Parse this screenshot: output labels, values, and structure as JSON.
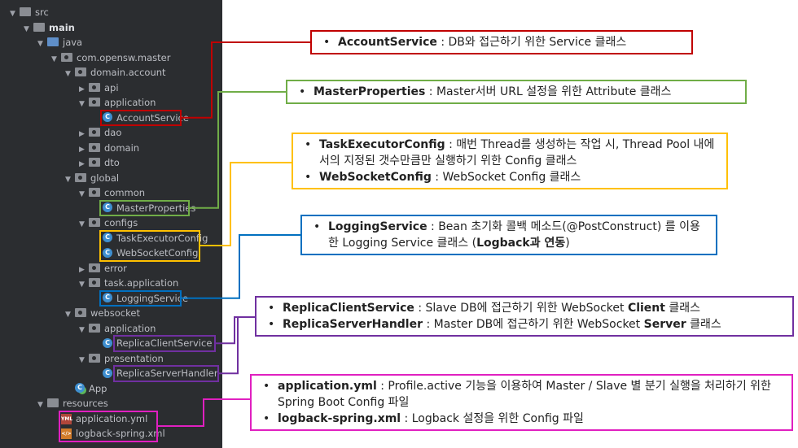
{
  "tree": {
    "nodes": [
      {
        "label": "src",
        "kind": "folder",
        "level": 0,
        "expanded": true
      },
      {
        "label": "main",
        "kind": "folder",
        "level": 1,
        "expanded": true,
        "bold": true
      },
      {
        "label": "java",
        "kind": "folder-blue",
        "level": 2,
        "expanded": true
      },
      {
        "label": "com.opensw.master",
        "kind": "pkg",
        "level": 3,
        "expanded": true
      },
      {
        "label": "domain.account",
        "kind": "pkg",
        "level": 4,
        "expanded": true
      },
      {
        "label": "api",
        "kind": "pkg",
        "level": 5,
        "expanded": false
      },
      {
        "label": "application",
        "kind": "pkg",
        "level": 5,
        "expanded": true
      },
      {
        "label": "AccountService",
        "kind": "class",
        "level": 6
      },
      {
        "label": "dao",
        "kind": "pkg",
        "level": 5,
        "expanded": false
      },
      {
        "label": "domain",
        "kind": "pkg",
        "level": 5,
        "expanded": false
      },
      {
        "label": "dto",
        "kind": "pkg",
        "level": 5,
        "expanded": false
      },
      {
        "label": "global",
        "kind": "pkg",
        "level": 4,
        "expanded": true
      },
      {
        "label": "common",
        "kind": "pkg",
        "level": 5,
        "expanded": true
      },
      {
        "label": "MasterProperties",
        "kind": "class",
        "level": 6
      },
      {
        "label": "configs",
        "kind": "pkg",
        "level": 5,
        "expanded": true
      },
      {
        "label": "TaskExecutorConfig",
        "kind": "class",
        "level": 6
      },
      {
        "label": "WebSocketConfig",
        "kind": "class",
        "level": 6
      },
      {
        "label": "error",
        "kind": "pkg",
        "level": 5,
        "expanded": false
      },
      {
        "label": "task.application",
        "kind": "pkg",
        "level": 5,
        "expanded": true
      },
      {
        "label": "LoggingService",
        "kind": "class",
        "level": 6
      },
      {
        "label": "websocket",
        "kind": "pkg",
        "level": 4,
        "expanded": true
      },
      {
        "label": "application",
        "kind": "pkg",
        "level": 5,
        "expanded": true
      },
      {
        "label": "ReplicaClientService",
        "kind": "class",
        "level": 6
      },
      {
        "label": "presentation",
        "kind": "pkg",
        "level": 5,
        "expanded": true
      },
      {
        "label": "ReplicaServerHandler",
        "kind": "class",
        "level": 6
      },
      {
        "label": "App",
        "kind": "app",
        "level": 4
      },
      {
        "label": "resources",
        "kind": "folder",
        "level": 2,
        "expanded": true
      },
      {
        "label": "application.yml",
        "kind": "yml",
        "level": 3
      },
      {
        "label": "logback-spring.xml",
        "kind": "xml",
        "level": 3
      }
    ]
  },
  "colors": {
    "red": "#c00000",
    "green": "#70ad47",
    "yellow": "#ffc000",
    "blue": "#0070c0",
    "purple": "#7030a0",
    "magenta": "#e020c0"
  },
  "annotations": [
    {
      "id": "account",
      "color": "red",
      "items": [
        [
          {
            "t": "AccountService",
            "b": true
          },
          {
            "t": " : DB와 접근하기 위한 Service 클래스"
          }
        ]
      ]
    },
    {
      "id": "master",
      "color": "green",
      "items": [
        [
          {
            "t": "MasterProperties",
            "b": true
          },
          {
            "t": " : Master서버 URL 설정을 위한 Attribute 클래스"
          }
        ]
      ]
    },
    {
      "id": "config",
      "color": "yellow",
      "items": [
        [
          {
            "t": "TaskExecutorConfig",
            "b": true
          },
          {
            "t": " : 매번 Thread를 생성하는 작업 시, Thread Pool 내에서의 지정된 갯수만큼만 실행하기 위한 Config 클래스"
          }
        ],
        [
          {
            "t": "WebSocketConfig",
            "b": true
          },
          {
            "t": " : WebSocket Config 클래스"
          }
        ]
      ]
    },
    {
      "id": "logging",
      "color": "blue",
      "items": [
        [
          {
            "t": "LoggingService",
            "b": true
          },
          {
            "t": " : Bean 초기화 콜백 메소드(@PostConstruct) 를 이용한 Logging Service 클래스 ("
          },
          {
            "t": "Logback과 연동",
            "b": true
          },
          {
            "t": ")"
          }
        ]
      ]
    },
    {
      "id": "replica",
      "color": "purple",
      "items": [
        [
          {
            "t": "ReplicaClientService",
            "b": true
          },
          {
            "t": " : Slave DB에 접근하기 위한 WebSocket "
          },
          {
            "t": "Client",
            "b": true
          },
          {
            "t": " 클래스"
          }
        ],
        [
          {
            "t": "ReplicaServerHandler",
            "b": true
          },
          {
            "t": " : Master DB에 접근하기 위한 WebSocket "
          },
          {
            "t": "Server",
            "b": true
          },
          {
            "t": " 클래스"
          }
        ]
      ]
    },
    {
      "id": "resources",
      "color": "magenta",
      "items": [
        [
          {
            "t": "application.yml",
            "b": true
          },
          {
            "t": " : Profile.active 기능을 이용하여 Master / Slave 별 분기 실행을 처리하기 위한 Spring Boot Config 파일"
          }
        ],
        [
          {
            "t": "logback-spring.xml",
            "b": true
          },
          {
            "t": " : Logback 설정을 위한 Config 파일"
          }
        ]
      ]
    }
  ]
}
